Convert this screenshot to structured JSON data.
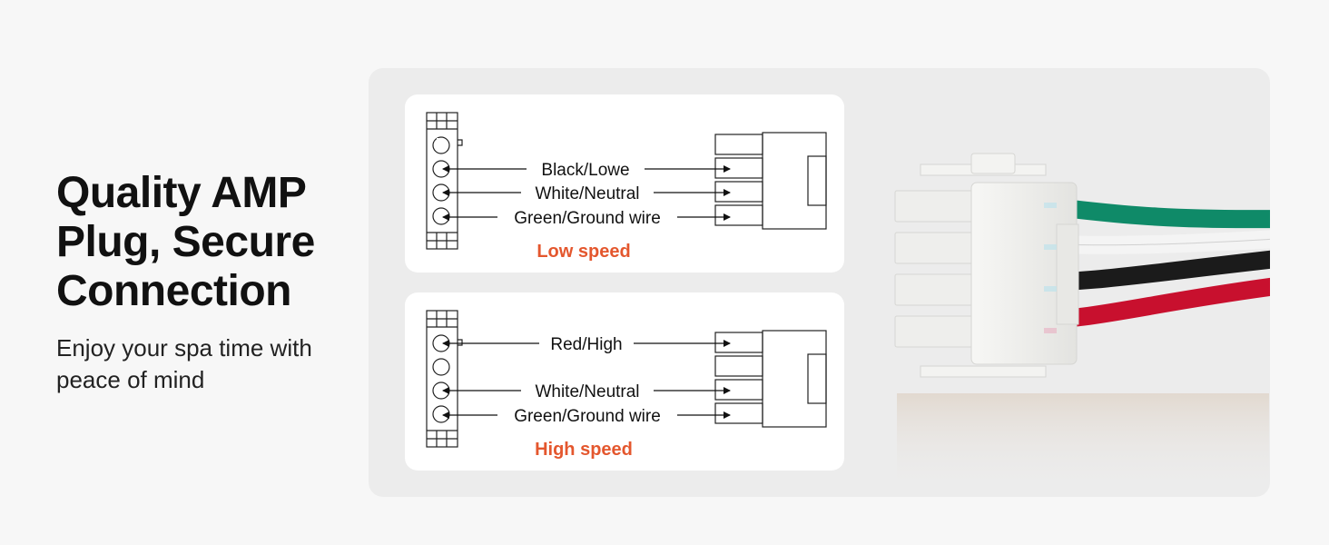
{
  "headline": {
    "line1": "Quality AMP",
    "line2": "Plug, Secure",
    "line3": "Connection"
  },
  "subtitle": {
    "line1": "Enjoy your spa time with",
    "line2": "peace of mind"
  },
  "low_speed": {
    "wires": [
      "Black/Lowe",
      "White/Neutral",
      "Green/Ground wire"
    ],
    "label": "Low speed"
  },
  "high_speed": {
    "wires": [
      "Red/High",
      "White/Neutral",
      "Green/Ground wire"
    ],
    "label": "High speed"
  },
  "colors": {
    "accent": "#e4572e",
    "wire_green": "#0f8a68",
    "wire_white": "#f4f4f4",
    "wire_black": "#1b1b1b",
    "wire_red": "#c8102e",
    "plug_body": "#f2f2f0"
  }
}
